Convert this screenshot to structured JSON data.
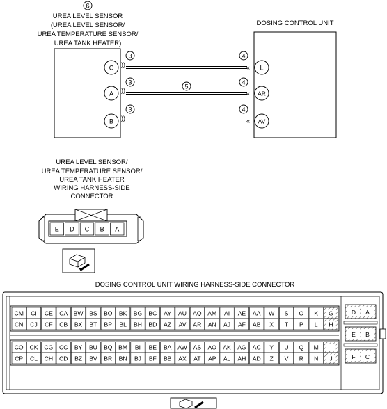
{
  "sensor": {
    "callout": "6",
    "lines": [
      "UREA LEVEL SENSOR",
      "(UREA LEVEL SENSOR/",
      "UREA TEMPERATURE SENSOR/",
      "UREA TANK HEATER)"
    ],
    "pins": [
      "C",
      "A",
      "B"
    ],
    "pin_callout": "3"
  },
  "dcu": {
    "title": "DOSING CONTROL UNIT",
    "pins": [
      "L",
      "AR",
      "AV"
    ],
    "pin_callout": "4"
  },
  "wire_callout": "5",
  "sensor_connector": {
    "caption_lines": [
      "UREA LEVEL SENSOR/",
      "UREA TEMPERATURE SENSOR/",
      "UREA TANK HEATER",
      "WIRING HARNESS-SIDE",
      "CONNECTOR"
    ],
    "terminals": [
      "E",
      "D",
      "C",
      "B",
      "A"
    ]
  },
  "dcu_connector": {
    "caption": "DOSING CONTROL UNIT WIRING HARNESS-SIDE CONNECTOR",
    "upper_rows": [
      [
        "CM",
        "CI",
        "CE",
        "CA",
        "BW",
        "BS",
        "BO",
        "BK",
        "BG",
        "BC",
        "AY",
        "AU",
        "AQ",
        "AM",
        "AI",
        "AE",
        "AA",
        "W",
        "S",
        "O",
        "K",
        "G"
      ],
      [
        "CN",
        "CJ",
        "CF",
        "CB",
        "BX",
        "BT",
        "BP",
        "BL",
        "BH",
        "BD",
        "AZ",
        "AV",
        "AR",
        "AN",
        "AJ",
        "AF",
        "AB",
        "X",
        "T",
        "P",
        "L",
        "H"
      ]
    ],
    "lower_rows": [
      [
        "CO",
        "CK",
        "CG",
        "CC",
        "BY",
        "BU",
        "BQ",
        "BM",
        "BI",
        "BE",
        "BA",
        "AW",
        "AS",
        "AO",
        "AK",
        "AG",
        "AC",
        "Y",
        "U",
        "Q",
        "M",
        "I"
      ],
      [
        "CP",
        "CL",
        "CH",
        "CD",
        "BZ",
        "BV",
        "BR",
        "BN",
        "BJ",
        "BF",
        "BB",
        "AX",
        "AT",
        "AP",
        "AL",
        "AH",
        "AD",
        "Z",
        "V",
        "R",
        "N",
        "J"
      ]
    ],
    "side_blocks": [
      [
        "D",
        "A"
      ],
      [
        "E",
        "B"
      ],
      [
        "F",
        "C"
      ]
    ]
  }
}
